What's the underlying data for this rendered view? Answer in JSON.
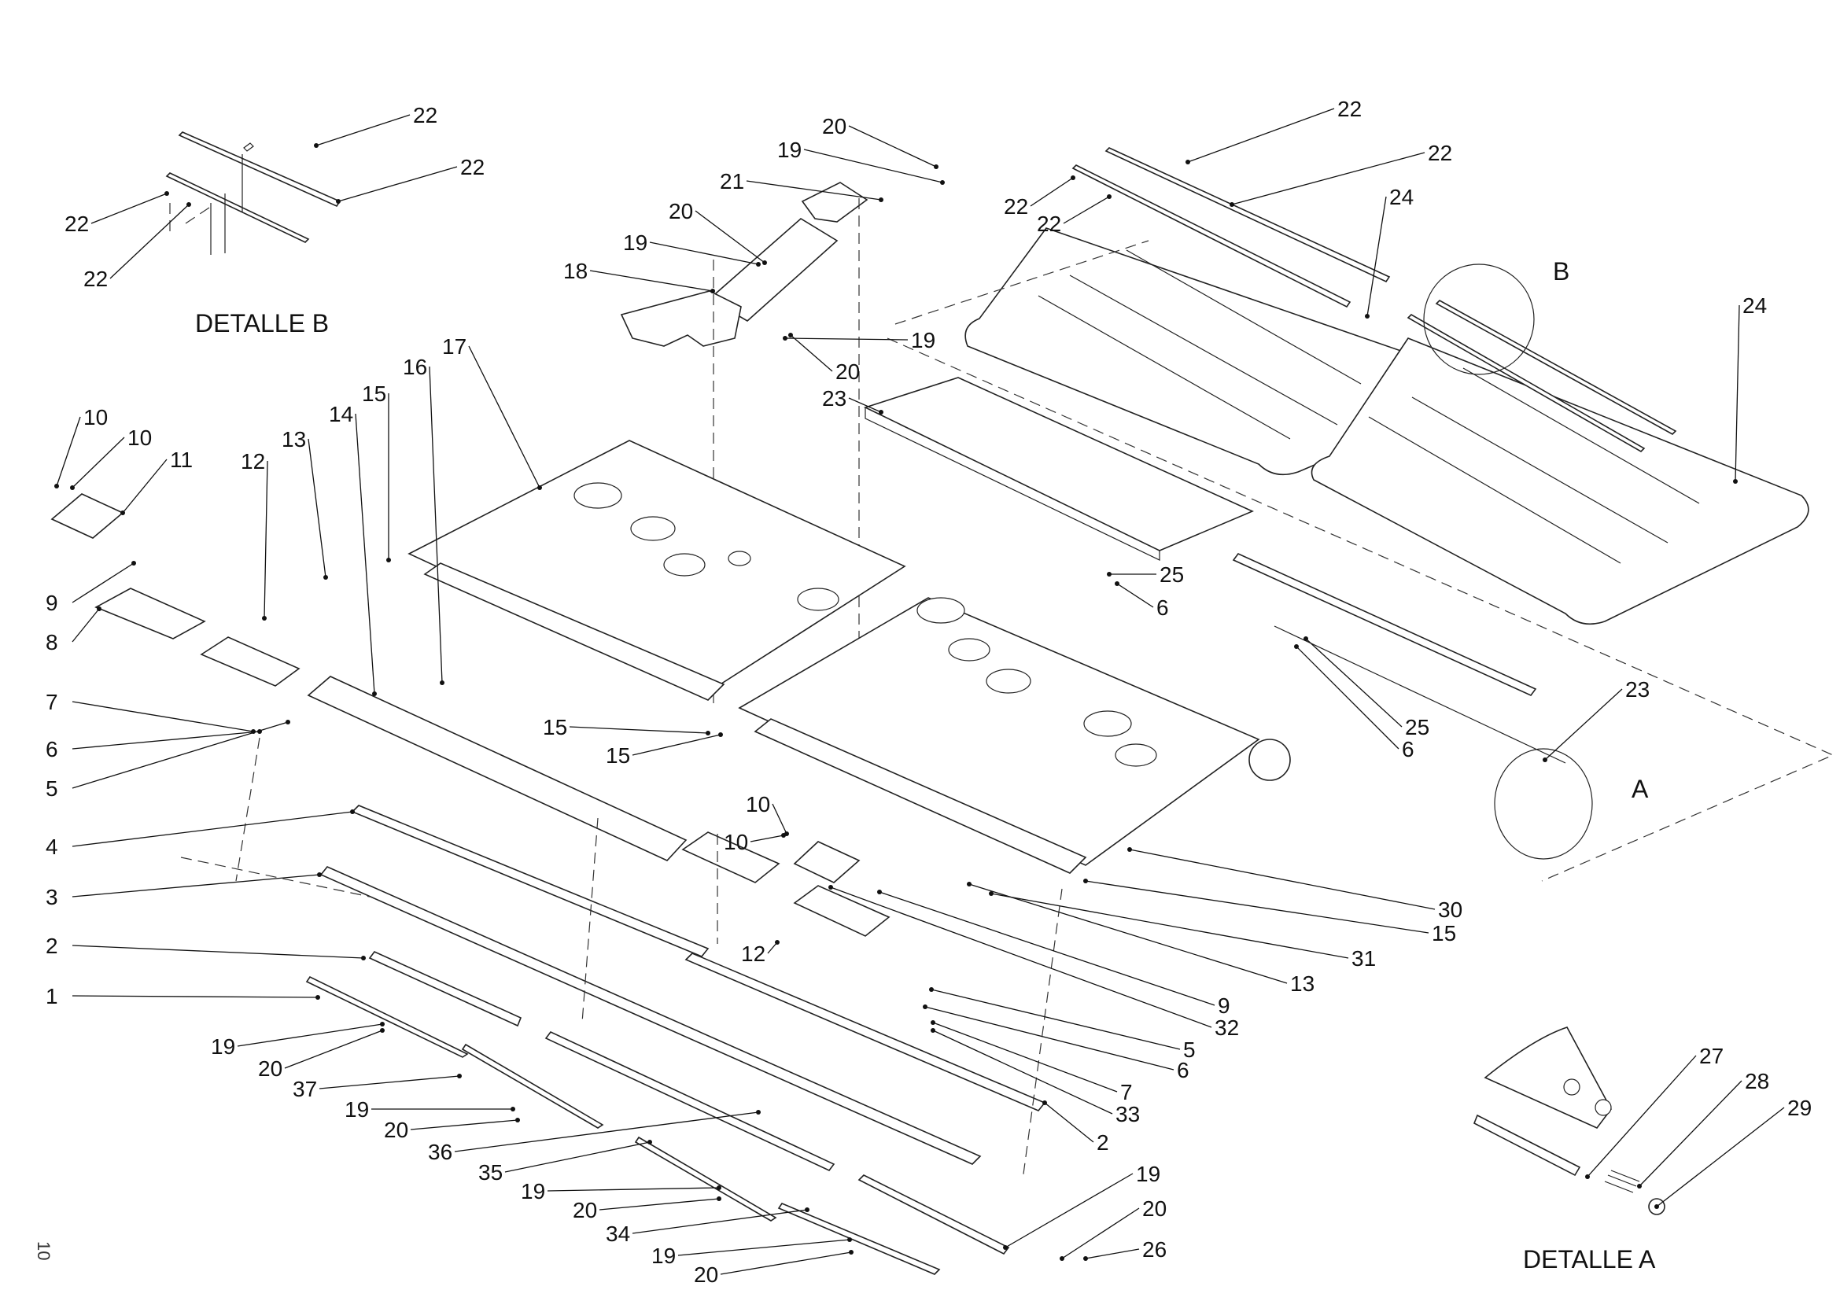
{
  "document": {
    "type": "exploded parts diagram",
    "page_number": "10",
    "detail_titles": {
      "detail_a": "DETALLE A",
      "detail_b": "DETALLE B"
    },
    "detail_markers": {
      "a": "A",
      "b": "B"
    }
  },
  "callouts": [
    {
      "id": "c1",
      "label": "22"
    },
    {
      "id": "c2",
      "label": "22"
    },
    {
      "id": "c3",
      "label": "22"
    },
    {
      "id": "c4",
      "label": "22"
    },
    {
      "id": "c5",
      "label": "20"
    },
    {
      "id": "c6",
      "label": "19"
    },
    {
      "id": "c7",
      "label": "21"
    },
    {
      "id": "c8",
      "label": "20"
    },
    {
      "id": "c9",
      "label": "19"
    },
    {
      "id": "c10",
      "label": "18"
    },
    {
      "id": "c11",
      "label": "19"
    },
    {
      "id": "c12",
      "label": "20"
    },
    {
      "id": "c13",
      "label": "23"
    },
    {
      "id": "c14",
      "label": "22"
    },
    {
      "id": "c15",
      "label": "22"
    },
    {
      "id": "c16",
      "label": "22"
    },
    {
      "id": "c17",
      "label": "22"
    },
    {
      "id": "c18",
      "label": "24"
    },
    {
      "id": "c19",
      "label": "24"
    },
    {
      "id": "c20",
      "label": "10"
    },
    {
      "id": "c21",
      "label": "10"
    },
    {
      "id": "c22",
      "label": "11"
    },
    {
      "id": "c23",
      "label": "12"
    },
    {
      "id": "c24",
      "label": "13"
    },
    {
      "id": "c25",
      "label": "14"
    },
    {
      "id": "c26",
      "label": "15"
    },
    {
      "id": "c27",
      "label": "16"
    },
    {
      "id": "c28",
      "label": "17"
    },
    {
      "id": "c29",
      "label": "9"
    },
    {
      "id": "c30",
      "label": "8"
    },
    {
      "id": "c31",
      "label": "7"
    },
    {
      "id": "c32",
      "label": "6"
    },
    {
      "id": "c33",
      "label": "5"
    },
    {
      "id": "c34",
      "label": "4"
    },
    {
      "id": "c35",
      "label": "3"
    },
    {
      "id": "c36",
      "label": "2"
    },
    {
      "id": "c37",
      "label": "1"
    },
    {
      "id": "c38",
      "label": "19"
    },
    {
      "id": "c39",
      "label": "20"
    },
    {
      "id": "c40",
      "label": "37"
    },
    {
      "id": "c41",
      "label": "19"
    },
    {
      "id": "c42",
      "label": "20"
    },
    {
      "id": "c43",
      "label": "36"
    },
    {
      "id": "c44",
      "label": "35"
    },
    {
      "id": "c45",
      "label": "19"
    },
    {
      "id": "c46",
      "label": "20"
    },
    {
      "id": "c47",
      "label": "34"
    },
    {
      "id": "c48",
      "label": "19"
    },
    {
      "id": "c49",
      "label": "20"
    },
    {
      "id": "c50",
      "label": "15"
    },
    {
      "id": "c51",
      "label": "15"
    },
    {
      "id": "c52",
      "label": "10"
    },
    {
      "id": "c53",
      "label": "10"
    },
    {
      "id": "c54",
      "label": "12"
    },
    {
      "id": "c55",
      "label": "25"
    },
    {
      "id": "c56",
      "label": "6"
    },
    {
      "id": "c57",
      "label": "25"
    },
    {
      "id": "c58",
      "label": "6"
    },
    {
      "id": "c59",
      "label": "23"
    },
    {
      "id": "c60",
      "label": "30"
    },
    {
      "id": "c61",
      "label": "15"
    },
    {
      "id": "c62",
      "label": "31"
    },
    {
      "id": "c63",
      "label": "13"
    },
    {
      "id": "c64",
      "label": "9"
    },
    {
      "id": "c65",
      "label": "32"
    },
    {
      "id": "c66",
      "label": "5"
    },
    {
      "id": "c67",
      "label": "6"
    },
    {
      "id": "c68",
      "label": "7"
    },
    {
      "id": "c69",
      "label": "33"
    },
    {
      "id": "c70",
      "label": "2"
    },
    {
      "id": "c71",
      "label": "19"
    },
    {
      "id": "c72",
      "label": "20"
    },
    {
      "id": "c73",
      "label": "26"
    },
    {
      "id": "c74",
      "label": "27"
    },
    {
      "id": "c75",
      "label": "28"
    },
    {
      "id": "c76",
      "label": "29"
    }
  ]
}
